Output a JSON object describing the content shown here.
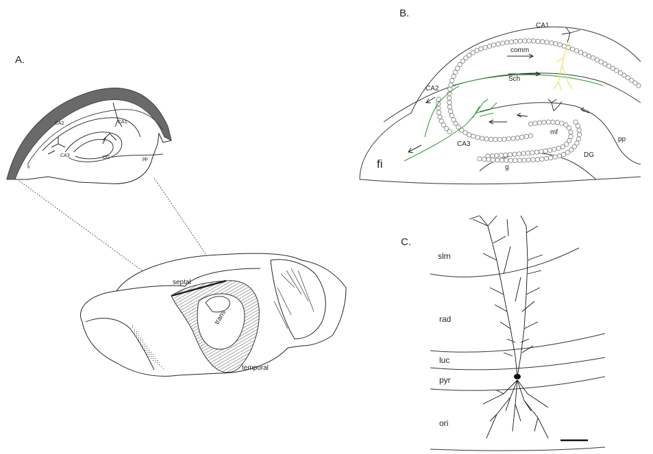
{
  "panels": {
    "a": {
      "letter": "A.",
      "slice_labels": {
        "ca2": "CA2",
        "ca1": "CA1",
        "ca3": "CA3",
        "dg": "DG",
        "pp": "pp",
        "fi": "fi"
      },
      "brain_labels": {
        "septal": "septal",
        "trans": "trans",
        "temporal": "temporal"
      }
    },
    "b": {
      "letter": "B.",
      "labels": {
        "ca1": "CA1",
        "comm": "comm",
        "sch": "Sch",
        "ca2": "CA2",
        "ca3": "CA3",
        "mf": "mf",
        "pp": "pp",
        "dg": "DG",
        "g": "g",
        "fi": "fi"
      }
    },
    "c": {
      "letter": "C.",
      "layers": {
        "slm": "slm",
        "rad": "rad",
        "luc": "luc",
        "pyr": "pyr",
        "ori": "ori"
      }
    }
  },
  "colors": {
    "line": "#222222",
    "green_fiber": "#2e9e3e",
    "yellow_neuron": "#e8e05a",
    "hatch_band": "#8a8a8a",
    "dark_edge": "#555555"
  }
}
